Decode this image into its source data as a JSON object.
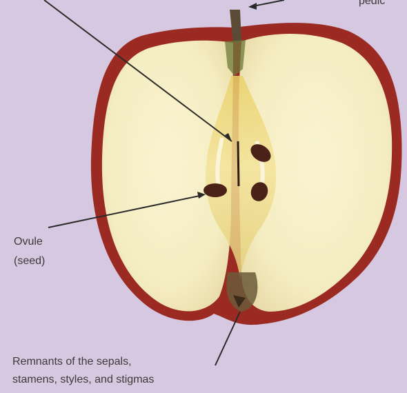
{
  "labels": {
    "ovule_line1": "Ovule",
    "ovule_line2": "(seed)",
    "remnants_line1": "Remnants of the sepals,",
    "remnants_line2": "stamens, styles, and stigmas",
    "pedicel_partial": "pedic"
  },
  "colors": {
    "background": "#d6c8e0",
    "flesh": "#f6efc7",
    "core": "#f0dd8a",
    "skin": "#9a2a22",
    "seed": "#4a2218",
    "stem": "#5a4a36",
    "leader_line": "#2a2a2a"
  }
}
